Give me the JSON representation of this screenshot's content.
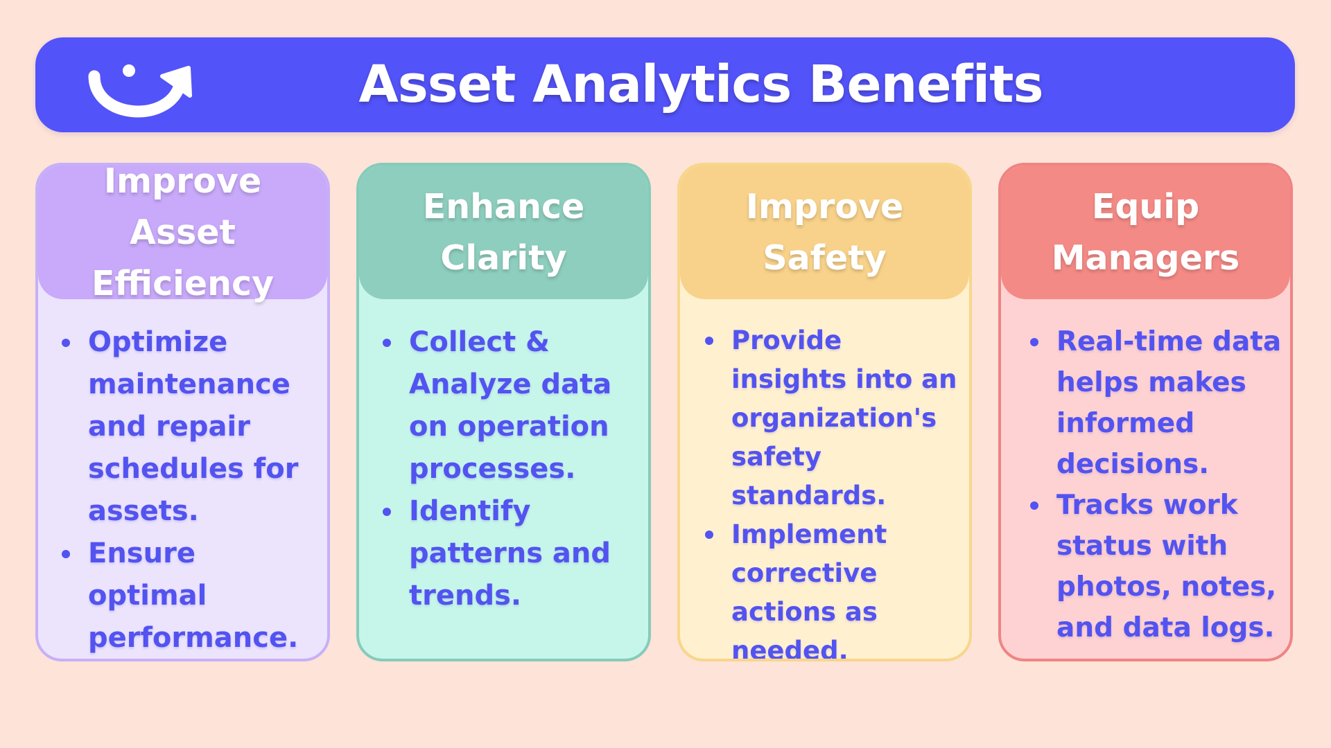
{
  "header": {
    "title": "Asset Analytics Benefits",
    "logo_icon": "smile-arrow-icon",
    "color": "#5353fa"
  },
  "cards": [
    {
      "title": "Improve Asset Efficiency",
      "bullets": [
        "Optimize maintenance and repair schedules for assets.",
        "Ensure optimal performance."
      ],
      "head_color": "#c8a9fa",
      "body_color": "#ece3fd"
    },
    {
      "title": "Enhance Clarity",
      "bullets": [
        "Collect & Analyze data on operation processes.",
        "Identify patterns and trends."
      ],
      "head_color": "#8ecebe",
      "body_color": "#c6f6ea"
    },
    {
      "title": "Improve Safety",
      "bullets": [
        "Provide insights into an organization's safety standards.",
        "Implement corrective actions as needed."
      ],
      "head_color": "#f8d28a",
      "body_color": "#fff0d0"
    },
    {
      "title": "Equip Managers",
      "bullets": [
        "Real-time data helps makes informed decisions.",
        "Tracks work status with photos, notes, and data logs."
      ],
      "head_color": "#f48a86",
      "body_color": "#fed2d2"
    }
  ],
  "text_color": "#5353f0",
  "background": "#fde3d8"
}
